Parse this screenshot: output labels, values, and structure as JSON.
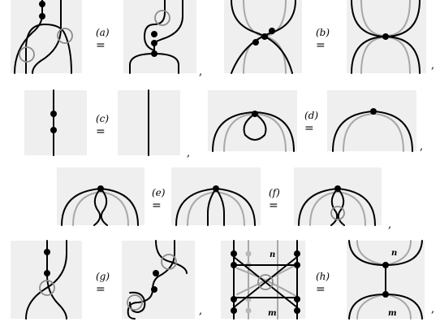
{
  "relations": [
    {
      "label": "(a)",
      "eq": "="
    },
    {
      "label": "(b)",
      "eq": "="
    },
    {
      "label": "(c)",
      "eq": "="
    },
    {
      "label": "(d)",
      "eq": "="
    },
    {
      "label": "(e)",
      "eq": "="
    },
    {
      "label": "(f)",
      "eq": "="
    },
    {
      "label": "(g)",
      "eq": "="
    },
    {
      "label": "(h)",
      "eq": "="
    }
  ],
  "separators": [
    ",",
    ",",
    ",",
    ",",
    ",",
    ","
  ],
  "wire_labels": {
    "top": "n",
    "bottom": "m"
  }
}
